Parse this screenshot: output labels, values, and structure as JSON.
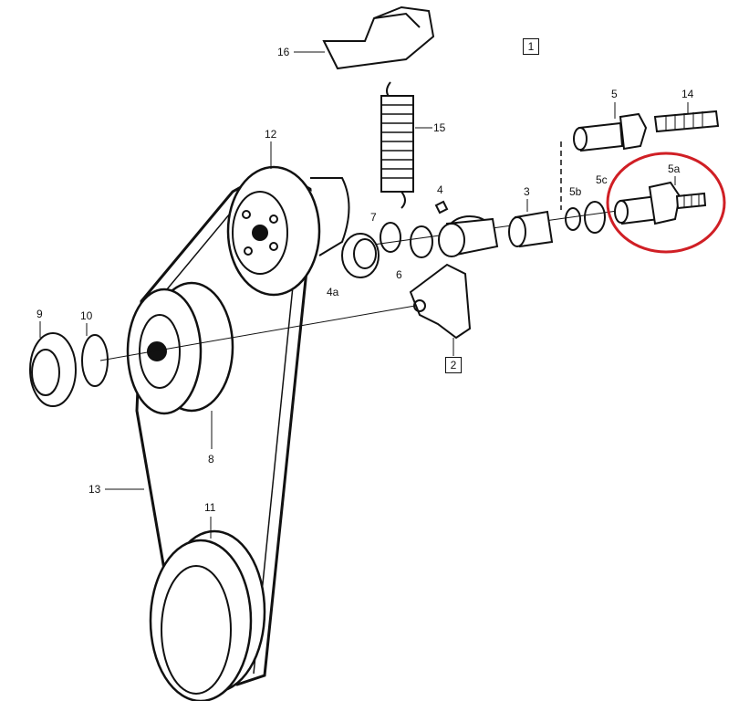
{
  "diagram": {
    "highlight_color": "#d01f25",
    "line_color": "#111111",
    "boxed_labels": [
      "1",
      "2"
    ],
    "part_labels": {
      "p16": "16",
      "p15": "15",
      "p5": "5",
      "p14": "14",
      "p12": "12",
      "p4": "4",
      "p3": "3",
      "p5b": "5b",
      "p5c": "5c",
      "p5a": "5a",
      "p7": "7",
      "p6": "6",
      "p4a": "4a",
      "p9": "9",
      "p10": "10",
      "p8": "8",
      "p13": "13",
      "p11": "11"
    },
    "highlighted_part": "5a"
  }
}
